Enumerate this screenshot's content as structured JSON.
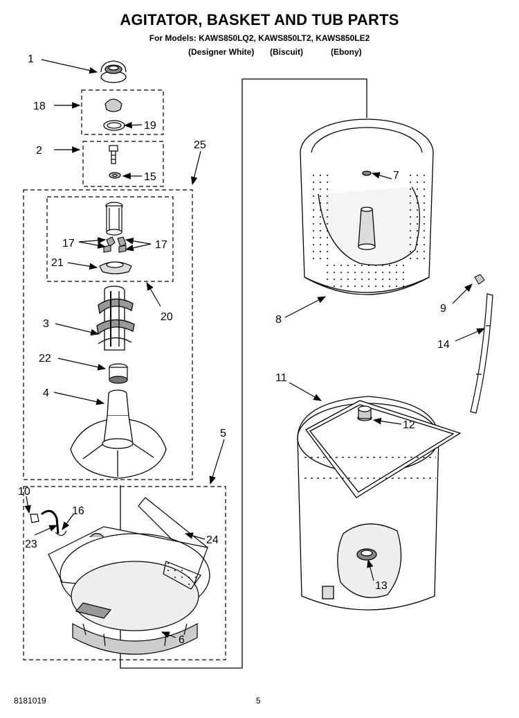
{
  "title": "AGITATOR, BASKET AND TUB PARTS",
  "models": "For Models: KAWS850LQ2, KAWS850LT2, KAWS850LE2",
  "colors": [
    "(Designer White)",
    "(Biscuit)",
    "(Ebony)"
  ],
  "footer": {
    "doc_number": "8181019",
    "page_number": "5"
  },
  "callouts": [
    "1",
    "18",
    "19",
    "2",
    "15",
    "25",
    "17",
    "17",
    "21",
    "20",
    "3",
    "22",
    "4",
    "5",
    "10",
    "16",
    "23",
    "24",
    "6",
    "7",
    "8",
    "9",
    "14",
    "11",
    "12",
    "13"
  ]
}
